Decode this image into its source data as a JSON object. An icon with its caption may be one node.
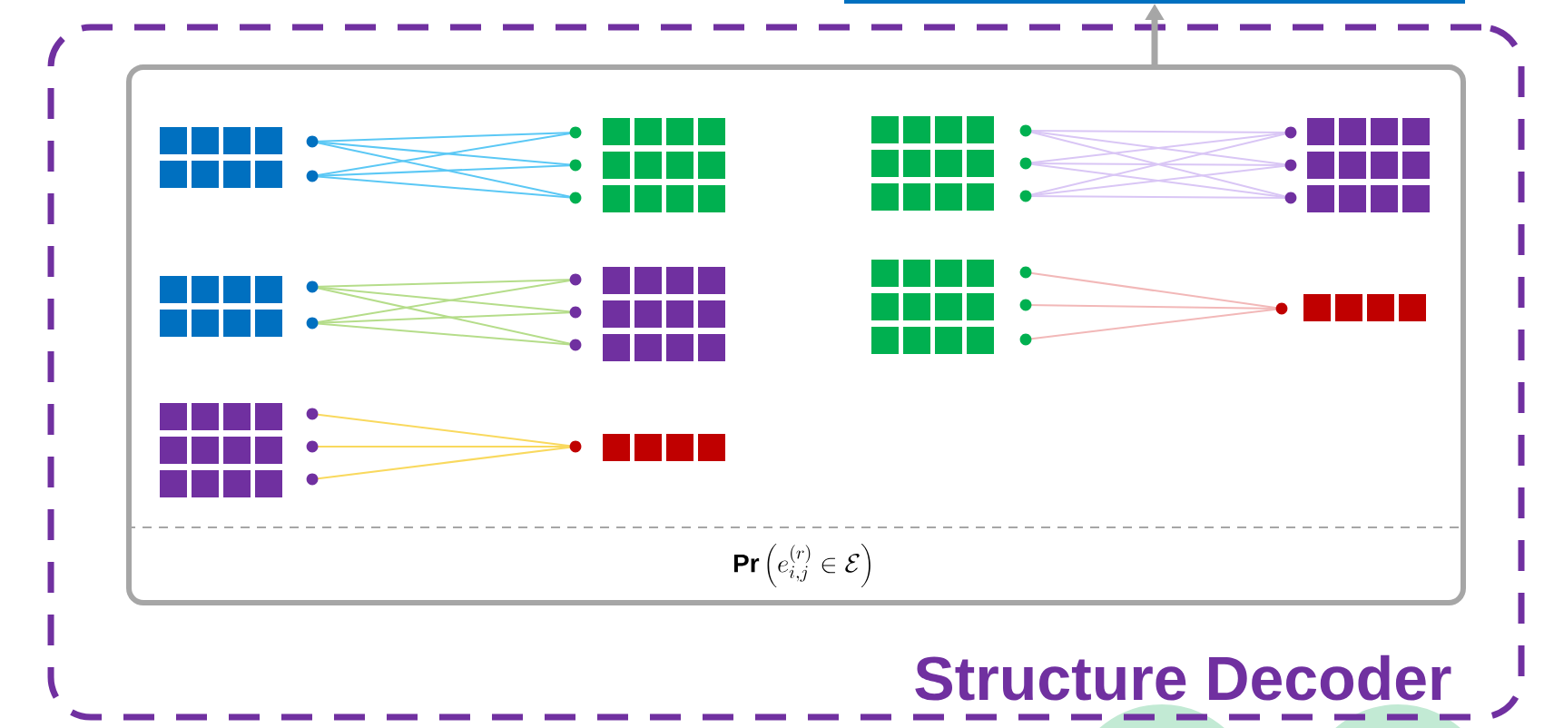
{
  "diagram": {
    "nodes": [
      {
        "text": [
          "Structure Decoder"
        ]
      },
      {
        "text": [
          "\\mathbf{Pr}\\left(e_{i,j}^{(r)} \\in \\mathcal{E}\\right)"
        ],
        "in": 0
      },
      {
        "text": [],
        "shape": "box"
      }
    ],
    "edges": [
      {
        "from": 1,
        "to": 2,
        "arrow": "to"
      }
    ]
  }
}
